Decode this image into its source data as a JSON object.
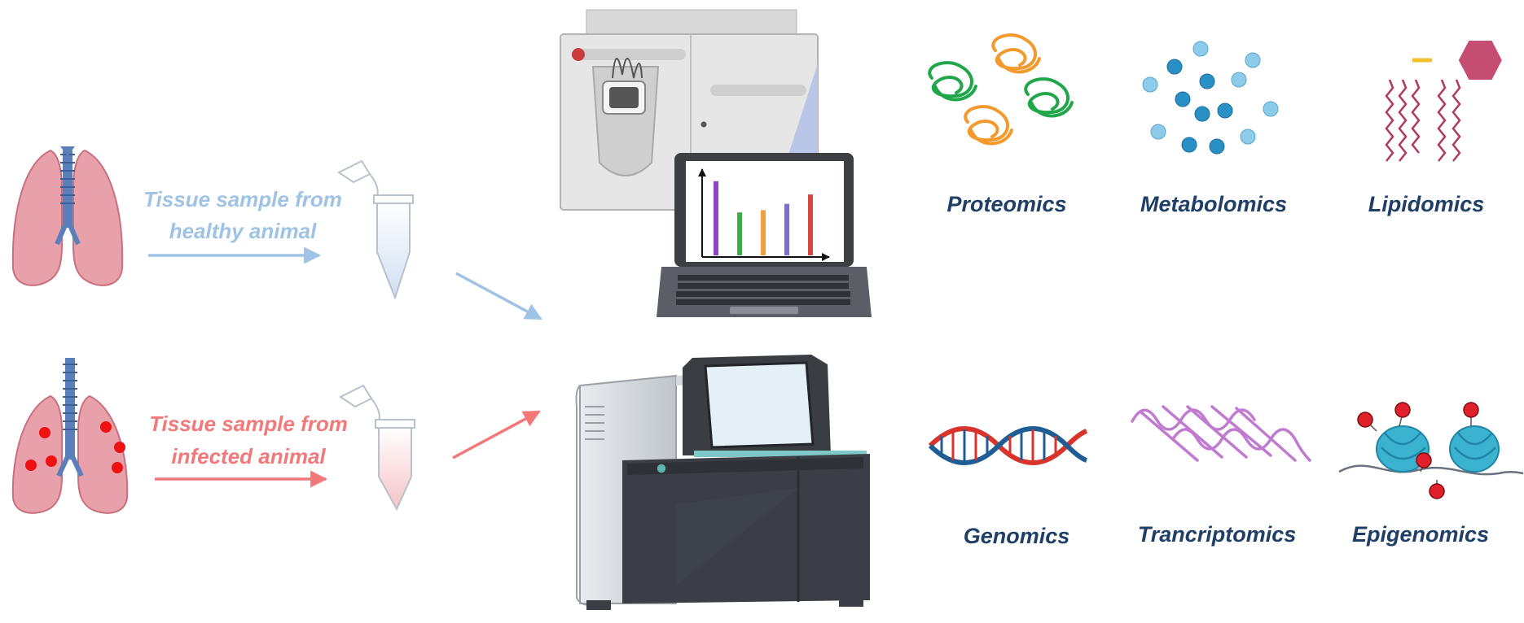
{
  "colors": {
    "healthy": "#9fc3e4",
    "infected": "#f2787a",
    "omics_label": "#1f3f66",
    "lung": "#e08c98",
    "trachea": "#5a7fba",
    "lesion": "#ee1111",
    "protein_green": "#22a64a",
    "protein_orange": "#f29a2e",
    "metabolite_light": "#8ccbe9",
    "metabolite_dark": "#2a8fc4",
    "lipid": "#c54d72",
    "dna_red": "#d8342b",
    "dna_blue": "#1f5d94",
    "rna": "#c07ad0",
    "nucleosome": "#3bb2d0",
    "methyl": "#e0202a"
  },
  "samples": {
    "healthy": {
      "line1": "Tissue sample from",
      "line2": "healthy animal",
      "lung_icon": "healthy-lung-icon",
      "tube_icon": "sample-tube-icon"
    },
    "infected": {
      "line1": "Tissue sample from",
      "line2": "infected animal",
      "lung_icon": "infected-lung-icon",
      "tube_icon": "sample-tube-icon"
    }
  },
  "instruments": {
    "mass_spec": "mass-spectrometer-icon",
    "laptop": "laptop-chart-icon",
    "sequencer": "sequencer-icon"
  },
  "laptop_chart_bars": [
    {
      "value": 0.95,
      "color": "#8e44c8"
    },
    {
      "value": 0.55,
      "color": "#3faa48"
    },
    {
      "value": 0.58,
      "color": "#f0a040"
    },
    {
      "value": 0.66,
      "color": "#7b6fd0"
    },
    {
      "value": 0.78,
      "color": "#d84440"
    }
  ],
  "omics_top": [
    {
      "label": "Proteomics",
      "icon": "protein-icon"
    },
    {
      "label": "Metabolomics",
      "icon": "metabolite-icon"
    },
    {
      "label": "Lipidomics",
      "icon": "lipid-icon"
    }
  ],
  "omics_bottom": [
    {
      "label": "Genomics",
      "icon": "dna-icon"
    },
    {
      "label": "Trancriptomics",
      "icon": "rna-icon"
    },
    {
      "label": "Epigenomics",
      "icon": "nucleosome-icon"
    }
  ]
}
